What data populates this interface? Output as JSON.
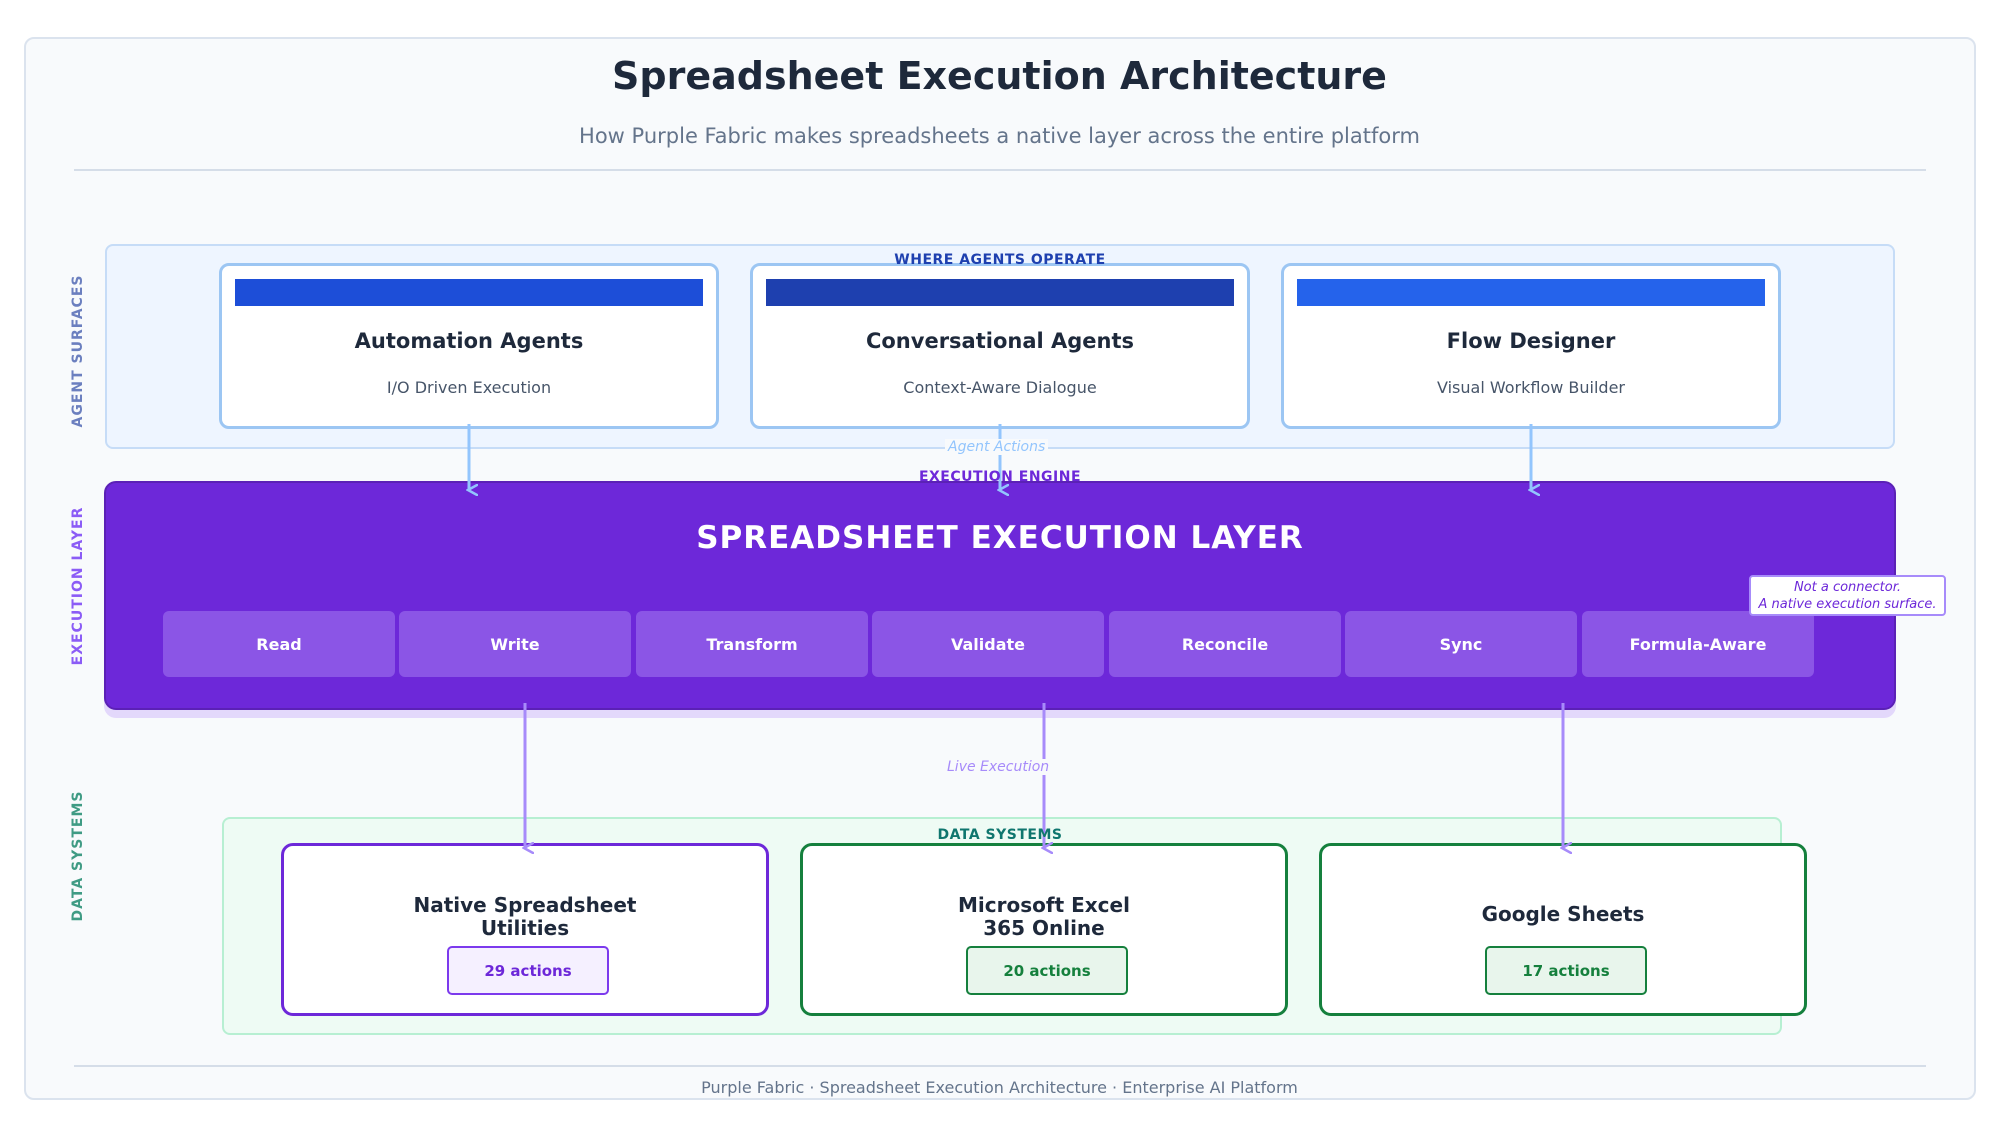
{
  "title": "Spreadsheet Execution Architecture",
  "subtitle": "How Purple Fabric makes spreadsheets a native layer across the entire platform",
  "side_labels": {
    "agent_surfaces": "AGENT SURFACES",
    "execution_layer": "EXECUTION LAYER",
    "data_systems": "DATA SYSTEMS"
  },
  "agent_band": {
    "label": "WHERE AGENTS OPERATE",
    "cards": [
      {
        "name": "Automation Agents",
        "desc": "I/O Driven Execution",
        "bar_color": "#1d4ed8"
      },
      {
        "name": "Conversational Agents",
        "desc": "Context-Aware Dialogue",
        "bar_color": "#1e40af"
      },
      {
        "name": "Flow Designer",
        "desc": "Visual Workflow Builder",
        "bar_color": "#2563eb"
      }
    ]
  },
  "flow_labels": {
    "agent_actions": "Agent Actions",
    "live_execution": "Live Execution"
  },
  "execution": {
    "tag": "EXECUTION ENGINE",
    "title": "SPREADSHEET EXECUTION LAYER",
    "capabilities": [
      "Read",
      "Write",
      "Transform",
      "Validate",
      "Reconcile",
      "Sync",
      "Formula-Aware"
    ],
    "note_line1": "Not a connector.",
    "note_line2": "A native execution surface."
  },
  "data_band": {
    "label": "DATA SYSTEMS",
    "cards": [
      {
        "name_line1": "Native Spreadsheet",
        "name_line2": "Utilities",
        "badge": "29 actions"
      },
      {
        "name_line1": "Microsoft Excel",
        "name_line2": "365 Online",
        "badge": "20 actions"
      },
      {
        "name_line1": "Google Sheets",
        "badge": "17 actions"
      }
    ]
  },
  "footer": "Purple Fabric · Spreadsheet Execution Architecture · Enterprise AI Platform",
  "colors": {
    "purple": "#6d28d9",
    "green": "#15803d",
    "blue": "#1d4ed8",
    "arrow_blue": "#93c5fd",
    "arrow_purple": "#a78bfa"
  }
}
